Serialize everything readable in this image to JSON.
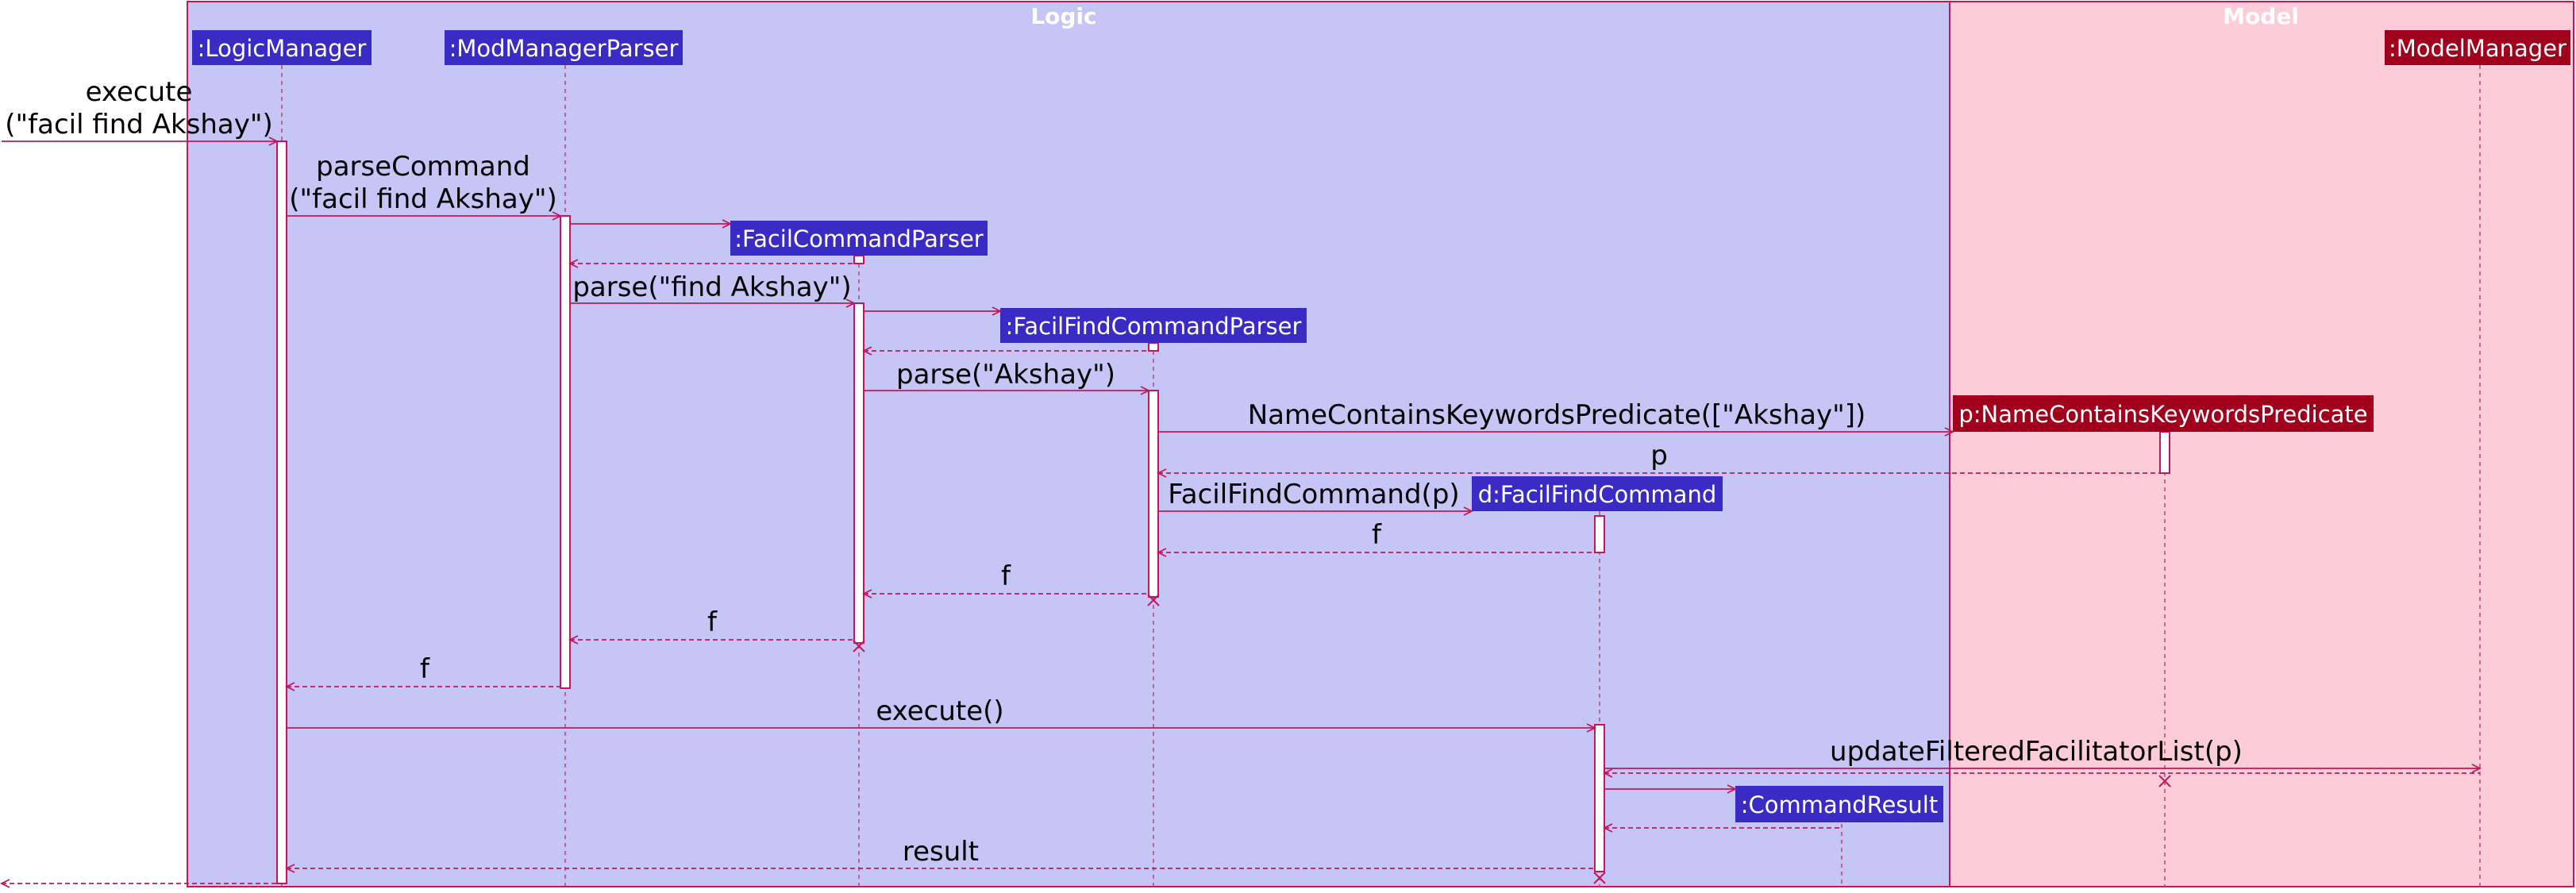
{
  "boxes": {
    "logic": {
      "title": "Logic",
      "fill": "#c6c6f6"
    },
    "model": {
      "title": "Model",
      "fill": "#fcccd9"
    }
  },
  "participants": {
    "logic_manager": ":LogicManager",
    "mod_manager_parser": ":ModManagerParser",
    "facil_command_parser": ":FacilCommandParser",
    "facil_find_command_parser": ":FacilFindCommandParser",
    "predicate": "p:NameContainsKeywordsPredicate",
    "facil_find_command": "d:FacilFindCommand",
    "command_result": ":CommandResult",
    "model_manager": ":ModelManager"
  },
  "messages": {
    "execute_line1": "execute",
    "execute_line2": "(\"facil find Akshay\")",
    "parse_command_line1": "parseCommand",
    "parse_command_line2": "(\"facil find Akshay\")",
    "parse_find": "parse(\"find Akshay\")",
    "parse_akshay": "parse(\"Akshay\")",
    "create_predicate": "NameContainsKeywordsPredicate([\"Akshay\"])",
    "return_p": "p",
    "create_command": "FacilFindCommand(p)",
    "return_f1": "f",
    "return_f2": "f",
    "return_f3": "f",
    "return_f4": "f",
    "execute_call": "execute()",
    "update_filtered": "updateFilteredFacilitatorList(p)",
    "return_result": "result"
  },
  "colors": {
    "logic_participant": "#3a2bc4",
    "model_participant": "#a0001c",
    "arrow": "#c2185b",
    "lifeline": "#b04a7a"
  }
}
